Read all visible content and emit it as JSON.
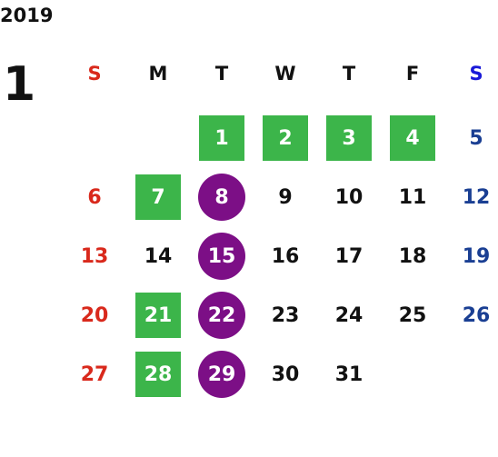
{
  "year": "2019",
  "month": "1",
  "weekdays": [
    "S",
    "M",
    "T",
    "W",
    "T",
    "F",
    "S"
  ],
  "colors": {
    "sunday": "#d9291c",
    "saturday": "#1a3f93",
    "saturday_header": "#1a1ad8",
    "weekday": "#111111",
    "green_highlight": "#3cb54a",
    "purple_highlight": "#7c0f86",
    "highlight_text": "#ffffff"
  },
  "weeks": [
    [
      null,
      null,
      {
        "d": "1",
        "h": "green"
      },
      {
        "d": "2",
        "h": "green"
      },
      {
        "d": "3",
        "h": "green"
      },
      {
        "d": "4",
        "h": "green"
      },
      {
        "d": "5"
      }
    ],
    [
      {
        "d": "6"
      },
      {
        "d": "7",
        "h": "green"
      },
      {
        "d": "8",
        "h": "purple"
      },
      {
        "d": "9"
      },
      {
        "d": "10"
      },
      {
        "d": "11"
      },
      {
        "d": "12"
      }
    ],
    [
      {
        "d": "13"
      },
      {
        "d": "14"
      },
      {
        "d": "15",
        "h": "purple"
      },
      {
        "d": "16"
      },
      {
        "d": "17"
      },
      {
        "d": "18"
      },
      {
        "d": "19"
      }
    ],
    [
      {
        "d": "20"
      },
      {
        "d": "21",
        "h": "green"
      },
      {
        "d": "22",
        "h": "purple"
      },
      {
        "d": "23"
      },
      {
        "d": "24"
      },
      {
        "d": "25"
      },
      {
        "d": "26"
      }
    ],
    [
      {
        "d": "27"
      },
      {
        "d": "28",
        "h": "green"
      },
      {
        "d": "29",
        "h": "purple"
      },
      {
        "d": "30"
      },
      {
        "d": "31"
      },
      null,
      null
    ]
  ]
}
